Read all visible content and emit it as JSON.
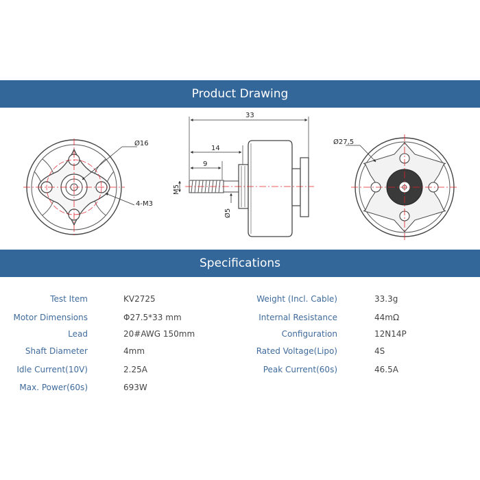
{
  "drawing": {
    "title": "Product Drawing",
    "dims": {
      "front_diameter": "Ø16",
      "front_holes": "4-M3",
      "length_total": "33",
      "length_14": "14",
      "length_9": "9",
      "thread": "M5",
      "shaft_dia": "Ø5",
      "rear_diameter": "Ø27,5"
    }
  },
  "specs": {
    "title": "Specifications",
    "left": [
      {
        "label": "Test Item",
        "value": "KV2725"
      },
      {
        "label": "Motor Dimensions",
        "value": "Φ27.5*33 mm"
      },
      {
        "label": "Lead",
        "value": "20#AWG 150mm"
      },
      {
        "label": "Shaft Diameter",
        "value": "4mm"
      },
      {
        "label": "Idle Current(10V)",
        "value": "2.25A"
      },
      {
        "label": "Max. Power(60s)",
        "value": "693W"
      }
    ],
    "right": [
      {
        "label": "Weight (Incl. Cable)",
        "value": "33.3g"
      },
      {
        "label": "Internal Resistance",
        "value": "44mΩ"
      },
      {
        "label": "Configuration",
        "value": "12N14P"
      },
      {
        "label": "Rated Voltage(Lipo)",
        "value": "4S"
      },
      {
        "label": "Peak Current(60s)",
        "value": "46.5A"
      }
    ]
  }
}
